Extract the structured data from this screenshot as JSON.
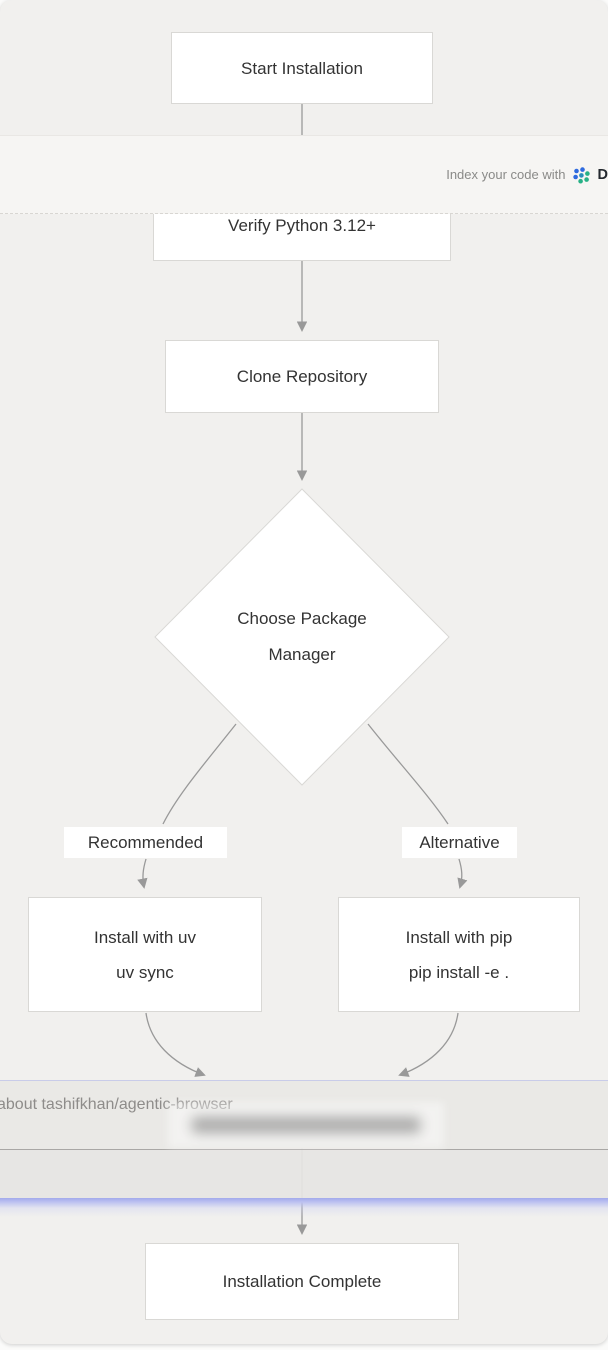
{
  "banner": {
    "text": "Index your code with",
    "brand": "De",
    "logo": "deepwiki-dots-icon",
    "logo_colors": {
      "blue": "#2f6bdf",
      "green": "#27b186"
    }
  },
  "flowchart": {
    "nodes": {
      "start": {
        "label": "Start Installation"
      },
      "verify": {
        "label": "Verify Python 3.12+"
      },
      "clone": {
        "label": "Clone Repository"
      },
      "choose": {
        "line1": "Choose Package",
        "line2": "Manager",
        "shape": "diamond"
      },
      "uv": {
        "line1": "Install with uv",
        "line2": "uv sync"
      },
      "pip": {
        "line1": "Install with pip",
        "line2": "pip install -e ."
      },
      "complete": {
        "label": "Installation Complete"
      }
    },
    "edge_labels": {
      "left": "Recommended",
      "right": "Alternative"
    },
    "colors": {
      "canvas": "#f1f0ee",
      "node_fill": "#ffffff",
      "node_border": "#d9d8d5",
      "edge": "#999999",
      "text": "#333333"
    }
  },
  "ask_overlay": {
    "prompt_text": "about tashifkhan/agentic-browser",
    "glow_color": "#a3aaeb"
  }
}
